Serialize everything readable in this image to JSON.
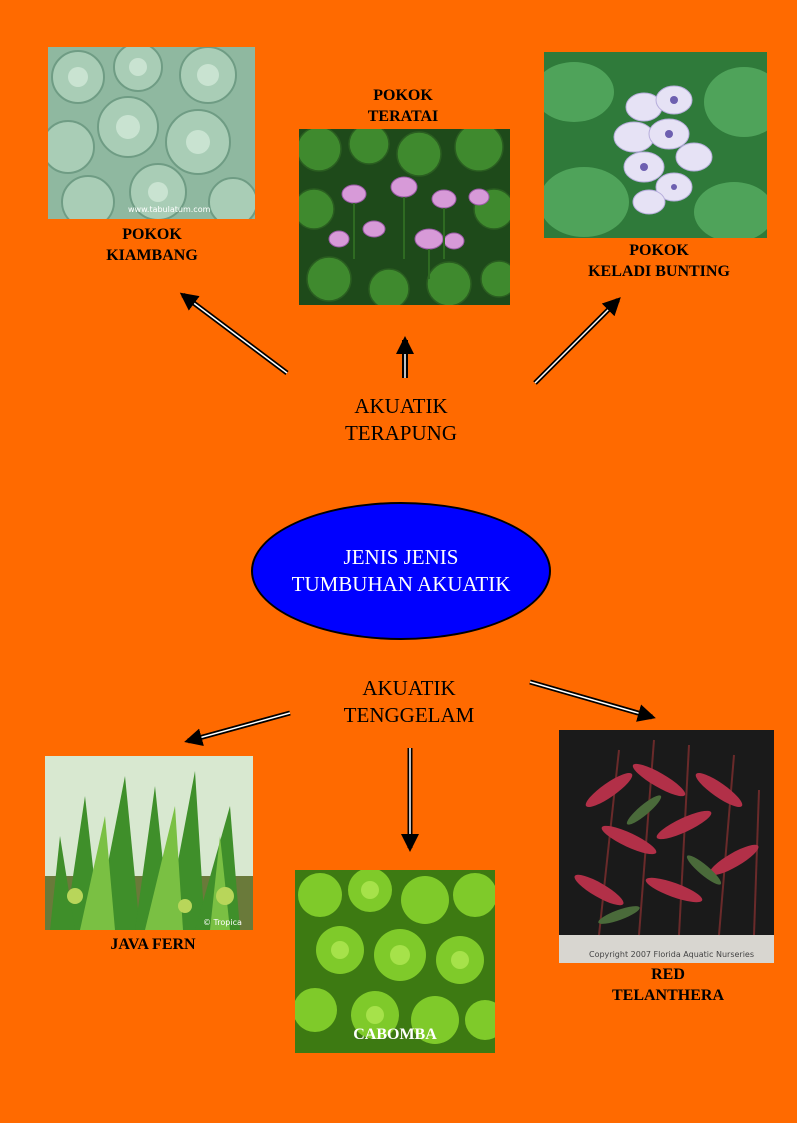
{
  "center": {
    "line1": "JENIS JENIS",
    "line2": "TUMBUHAN AKUATIK"
  },
  "groups": {
    "floating": {
      "line1": "AKUATIK",
      "line2": "TERAPUNG"
    },
    "submerged": {
      "line1": "AKUATIK",
      "line2": "TENGGELAM"
    }
  },
  "plants": {
    "kiambang": {
      "line1": "POKOK",
      "line2": "KIAMBANG",
      "watermark": "www.tabulatum.com"
    },
    "teratai": {
      "line1": "POKOK",
      "line2": "TERATAI"
    },
    "keladi": {
      "line1": "POKOK",
      "line2": "KELADI BUNTING"
    },
    "javafern": {
      "line1": "JAVA FERN",
      "watermark": "© Tropica"
    },
    "cabomba": {
      "line1": "CABOMBA"
    },
    "telanthera": {
      "line1": "RED",
      "line2": "TELANTHERA",
      "watermark": "Copyright 2007 Florida Aquatic Nurseries"
    }
  },
  "colors": {
    "background": "#ff6a00",
    "ellipse": "#0000ff",
    "arrow": "#000000"
  },
  "icons": {
    "arrow": "arrow-icon"
  }
}
